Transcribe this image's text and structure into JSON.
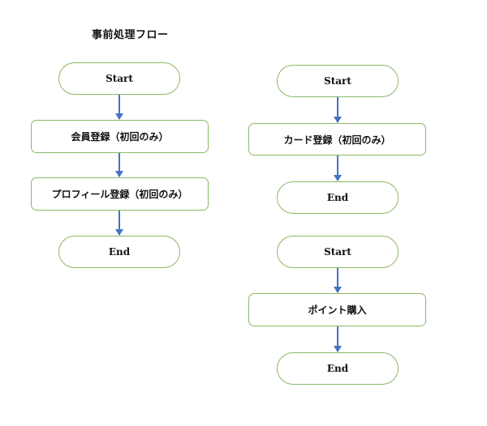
{
  "title": "事前処理フロー",
  "flows": {
    "registration": {
      "start": "Start",
      "step1": "会員登録（初回のみ）",
      "step2": "プロフィール登録（初回のみ）",
      "end": "End"
    },
    "card": {
      "start": "Start",
      "step1": "カード登録（初回のみ）",
      "end": "End"
    },
    "points": {
      "start": "Start",
      "step1": "ポイント購入",
      "end": "End"
    }
  },
  "colors": {
    "shape_border": "#8bb866",
    "arrow": "#4472c4",
    "background": "#ffffff"
  }
}
